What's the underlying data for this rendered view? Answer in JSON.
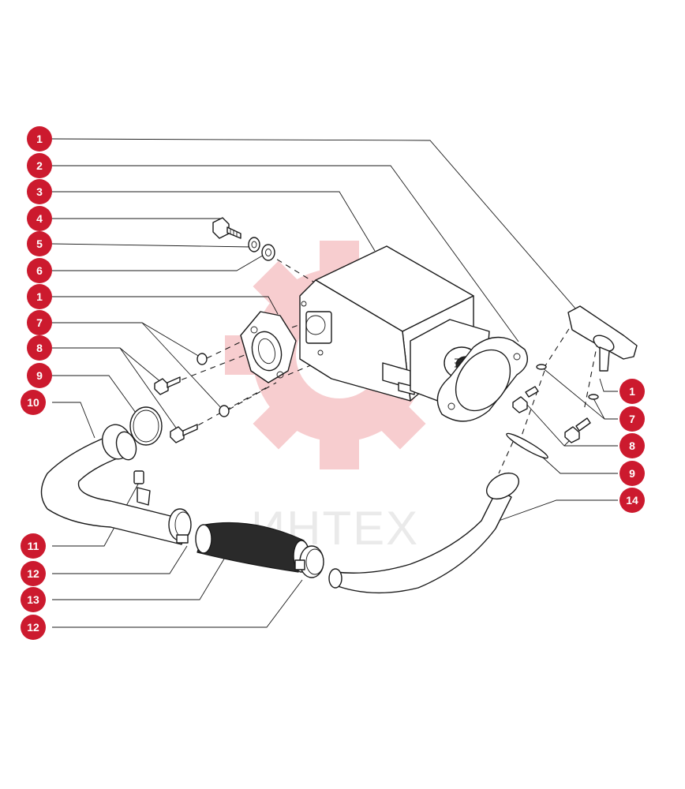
{
  "diagram": {
    "watermark": {
      "text": "ИНТЕХ",
      "color": "#f2a5a8"
    },
    "callout_color": "#cc1a2e",
    "leader_color": "#1a1a1a",
    "callouts": [
      {
        "id": "c1a",
        "label": "1"
      },
      {
        "id": "c2",
        "label": "2"
      },
      {
        "id": "c3",
        "label": "3"
      },
      {
        "id": "c4",
        "label": "4"
      },
      {
        "id": "c5",
        "label": "5"
      },
      {
        "id": "c6",
        "label": "6"
      },
      {
        "id": "c1b",
        "label": "1"
      },
      {
        "id": "c7a",
        "label": "7"
      },
      {
        "id": "c8a",
        "label": "8"
      },
      {
        "id": "c9a",
        "label": "9"
      },
      {
        "id": "c10",
        "label": "10"
      },
      {
        "id": "c11",
        "label": "11"
      },
      {
        "id": "c12a",
        "label": "12"
      },
      {
        "id": "c13",
        "label": "13"
      },
      {
        "id": "c12b",
        "label": "12"
      },
      {
        "id": "c1c",
        "label": "1"
      },
      {
        "id": "c7b",
        "label": "7"
      },
      {
        "id": "c8b",
        "label": "8"
      },
      {
        "id": "c9b",
        "label": "9"
      },
      {
        "id": "c14",
        "label": "14"
      }
    ]
  }
}
